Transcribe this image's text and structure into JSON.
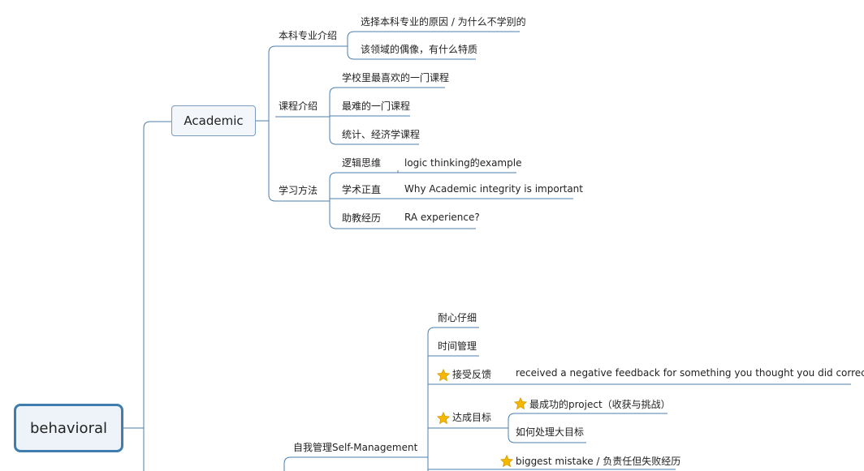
{
  "root": "behavioral",
  "academic": {
    "label": "Academic",
    "major": {
      "label": "本科专业介绍",
      "items": [
        "选择本科专业的原因 / 为什么不学别的",
        "该领域的偶像，有什么特质"
      ]
    },
    "courses": {
      "label": "课程介绍",
      "items": [
        "学校里最喜欢的一门课程",
        "最难的一门课程",
        "统计、经济学课程"
      ]
    },
    "methods": {
      "label": "学习方法",
      "rows": [
        {
          "label": "逻辑思维",
          "detail": "logic thinking的example"
        },
        {
          "label": "学术正直",
          "detail": "Why Academic integrity is important"
        },
        {
          "label": "助教经历",
          "detail": "RA experience?"
        }
      ]
    }
  },
  "self_management": {
    "label": "自我管理Self-Management",
    "patience": "耐心仔细",
    "time_mgmt": "时间管理",
    "feedback": {
      "label": "接受反馈",
      "detail": "received a negative feedback for something you thought you did correctly"
    },
    "goals": {
      "label": "达成目标",
      "items": [
        "最成功的project（收获与挑战）",
        "如何处理大目标"
      ]
    },
    "mistake": "biggest mistake / 负责任但失败经历"
  },
  "colors": {
    "line": "#4a7fae",
    "root_border": "#3f7dae",
    "star": "#f5b800",
    "star_edge": "#d99a00"
  }
}
